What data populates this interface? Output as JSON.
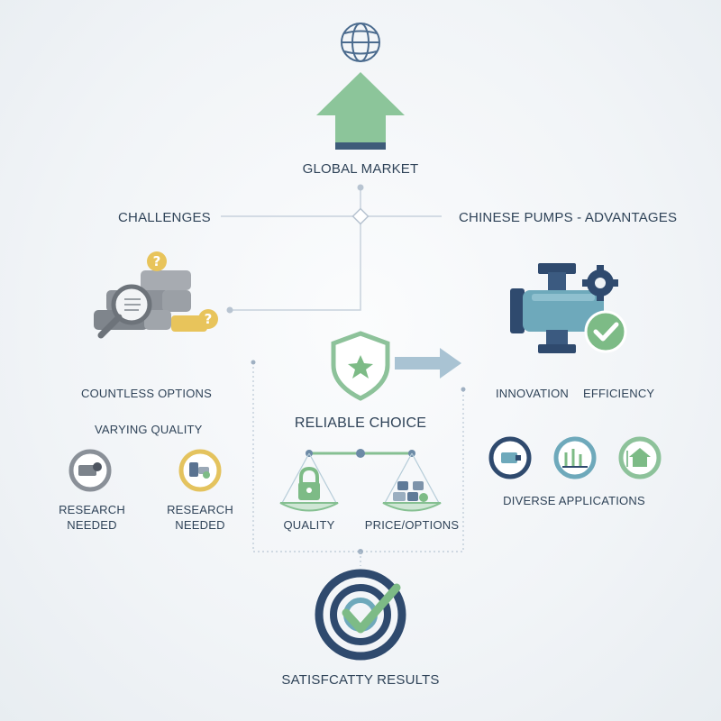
{
  "top": {
    "title": "GLOBAL MARKET"
  },
  "left": {
    "heading": "CHALLENGES",
    "countless": "COUNTLESS OPTIONS",
    "varying": "VARYING QUALITY",
    "research_a": "RESEARCH NEEDED",
    "research_b": "RESEARCH NEEDED"
  },
  "right": {
    "heading": "CHINESE PUMPS - ADVANTAGES",
    "innovation": "INNOVATION",
    "efficiency": "EFFICIENCY",
    "diverse": "DIVERSE APPLICATIONS"
  },
  "middle": {
    "reliable": "RELIABLE CHOICE",
    "quality": "QUALITY",
    "price": "PRICE/OPTIONS"
  },
  "bottom": {
    "result": "SATISFCATTY RESULTS"
  },
  "colors": {
    "navy": "#2f4a6e",
    "teal": "#6ba8b8",
    "green": "#7dbb86",
    "yellow": "#e7c25a",
    "gray": "#8a9098",
    "line": "#c9d3de"
  }
}
